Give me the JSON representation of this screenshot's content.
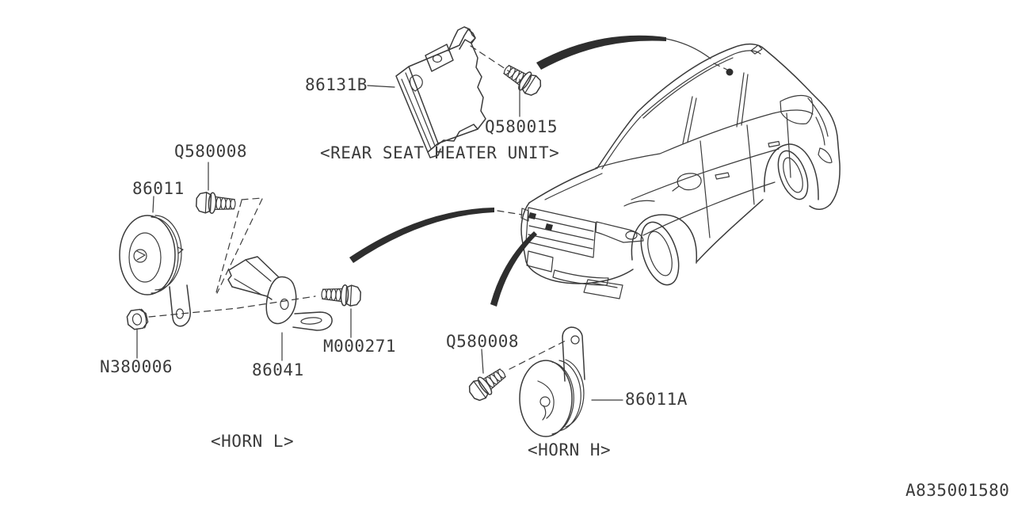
{
  "assemblies": {
    "rear_seat_heater_unit": {
      "caption": "<REAR SEAT HEATER UNIT>",
      "unit_part": "86131B",
      "bolt_part": "Q580015"
    },
    "horn_l": {
      "caption": "<HORN L>",
      "horn_part": "86011",
      "bolt_part": "Q580008",
      "nut_part": "N380006",
      "bracket_part": "86041",
      "bracket_bolt_part": "M000271"
    },
    "horn_h": {
      "caption": "<HORN H>",
      "horn_part": "86011A",
      "bolt_part": "Q580008"
    }
  },
  "footer": {
    "drawing_number": "A835001580"
  },
  "colors": {
    "line": "#3b3b3b",
    "background": "#ffffff"
  }
}
